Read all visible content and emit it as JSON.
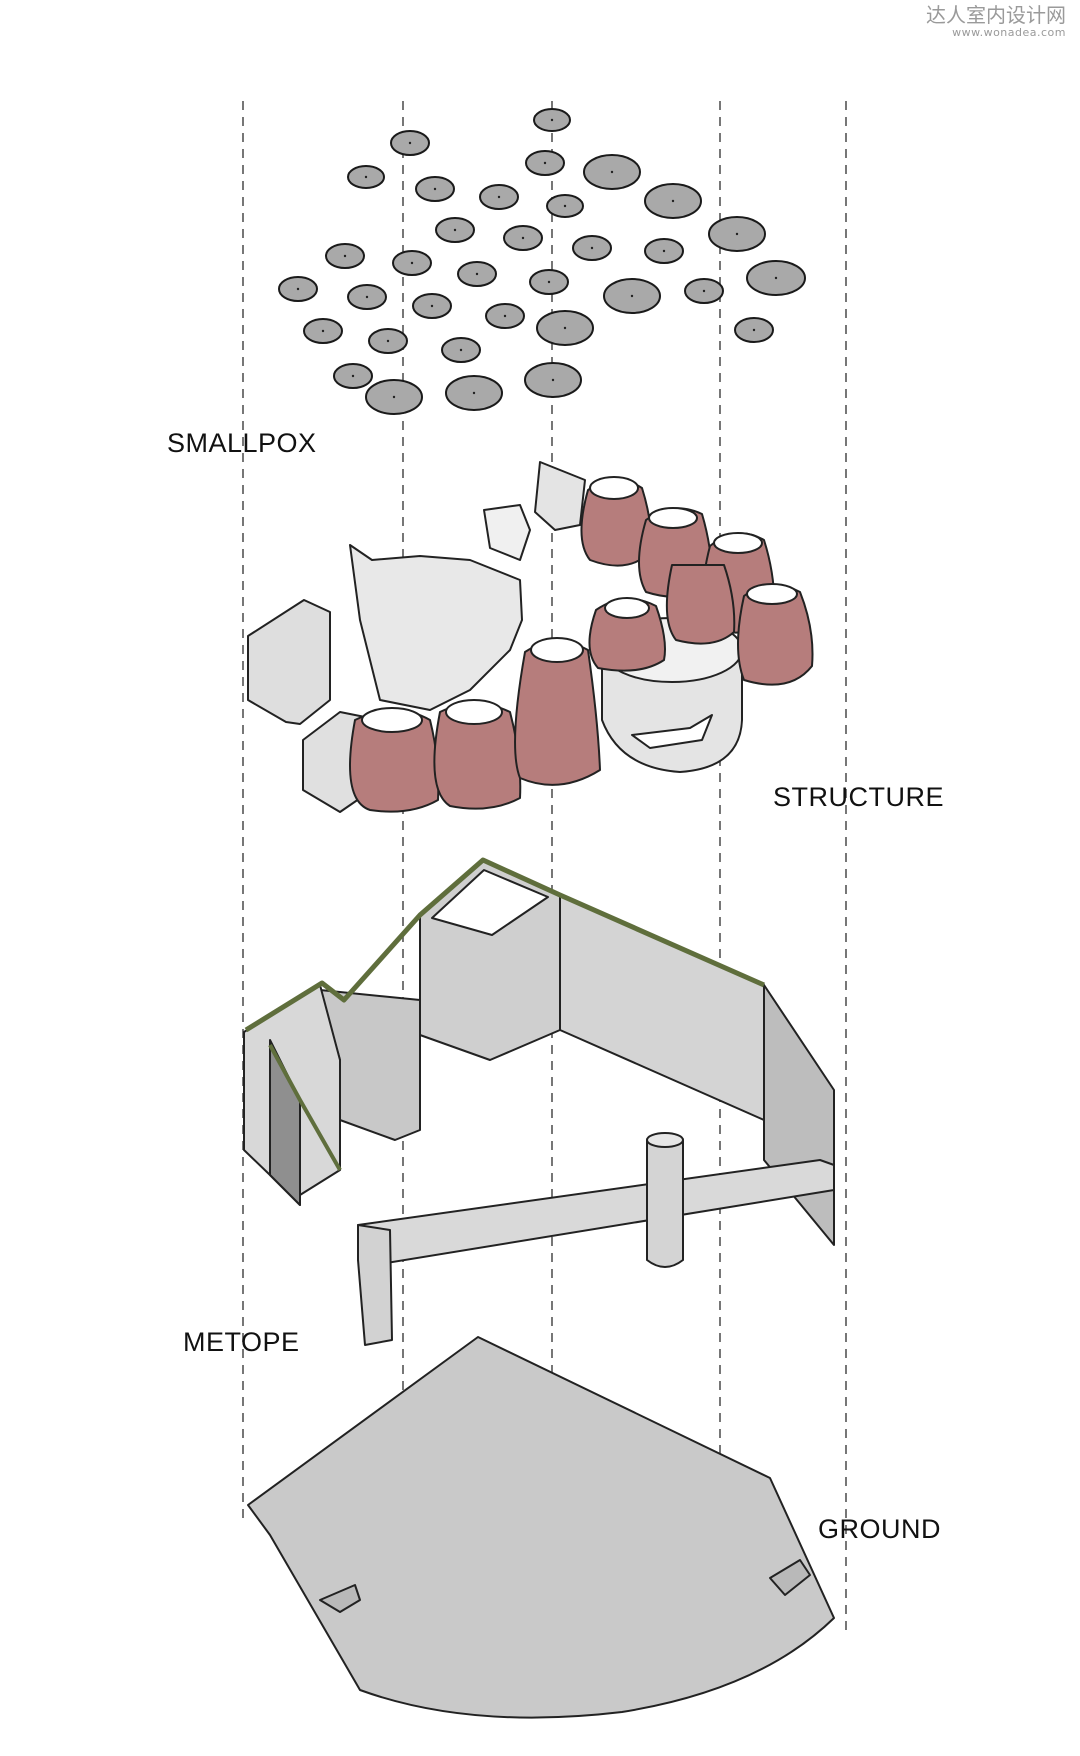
{
  "watermark": {
    "name": "达人室内设计网",
    "url": "www.wonadea.com"
  },
  "layers": {
    "smallpox": "SMALLPOX",
    "structure": "STRUCTURE",
    "metope": "METOPE",
    "ground": "GROUND"
  },
  "colors": {
    "background": "#ffffff",
    "ceiling_disc": "#a9a9a9",
    "structure_pink": "#b67d7c",
    "structure_grey": "#e6e6e6",
    "wall_grey": "#d0d0d0",
    "wall_shadow": "#8f8f8f",
    "wall_cap_green": "#5f6e3c",
    "ground_grey": "#c9c9c9",
    "guide_line": "#555555"
  }
}
